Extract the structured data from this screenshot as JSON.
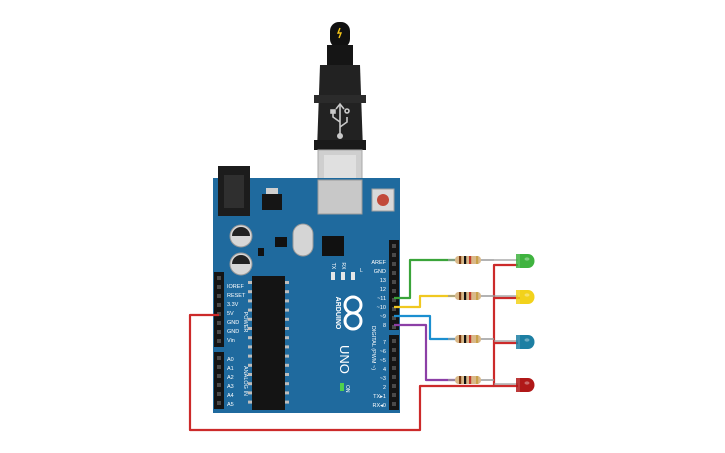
{
  "board": {
    "brand": "ARDUINO",
    "model": "UNO",
    "infinity_logo": "infinity-logo-icon",
    "power_header_title": "POWER",
    "analog_header_title": "ANALOG IN",
    "digital_header_title": "DIGITAL (PWM ~)",
    "power_pins": [
      "IOREF",
      "RESET",
      "3.3V",
      "5V",
      "GND",
      "GND",
      "Vin"
    ],
    "analog_pins": [
      "A0",
      "A1",
      "A2",
      "A3",
      "A4",
      "A5"
    ],
    "digital_top_pins": [
      "AREF",
      "GND",
      "13",
      "12",
      "~11",
      "~10",
      "~9",
      "8"
    ],
    "digital_bottom_pins": [
      "7",
      "~6",
      "~5",
      "4",
      "~3",
      "2",
      "TX▸1",
      "RX◂0"
    ],
    "led_labels": [
      "L",
      "TX",
      "RX"
    ],
    "on_label": "ON",
    "board_color": "#1f6a9e"
  },
  "usb_cable": {
    "icon": "usb-icon",
    "bolt_icon": "bolt-icon"
  },
  "leds": [
    {
      "name": "led-green",
      "color": "#3fb33f"
    },
    {
      "name": "led-yellow",
      "color": "#f2d21b"
    },
    {
      "name": "led-blue",
      "color": "#1d7fa3"
    },
    {
      "name": "led-red",
      "color": "#b01818"
    }
  ],
  "wires": {
    "green": "#3aa43a",
    "yellow": "#f0c820",
    "blue": "#1b8fd0",
    "purple": "#8c3fa6",
    "red": "#cc2a2a"
  }
}
